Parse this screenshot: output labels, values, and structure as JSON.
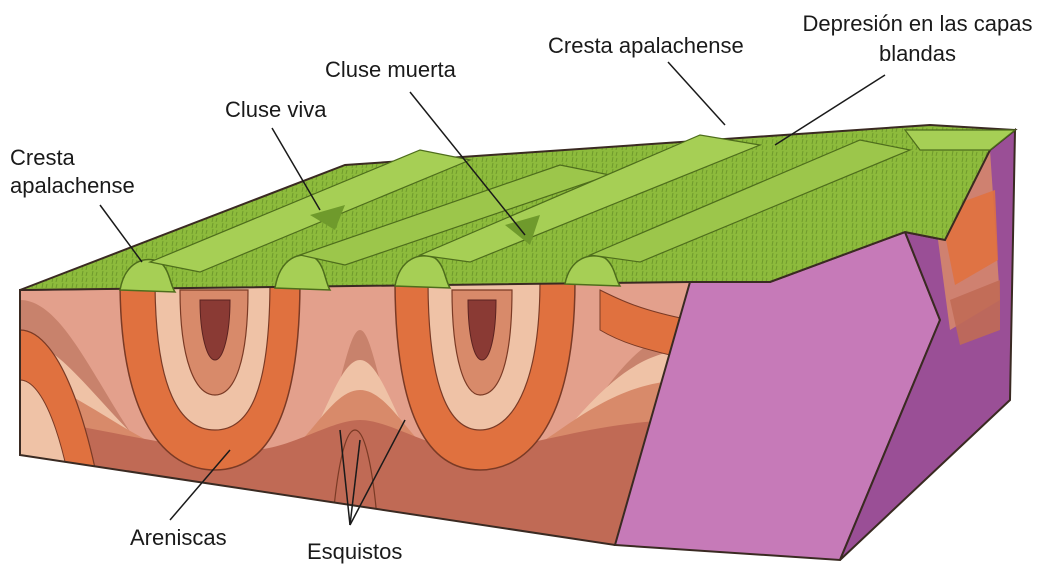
{
  "labels": {
    "cresta_left_line1": "Cresta",
    "cresta_left_line2": "apalachense",
    "cluse_viva": "Cluse viva",
    "cluse_muerta": "Cluse muerta",
    "cresta_right": "Cresta apalachense",
    "depresion_line1": "Depresión en las capas",
    "depresion_line2": "blandas",
    "areniscas": "Areniscas",
    "esquistos": "Esquistos"
  },
  "colors": {
    "surface_green": "#8dbb3c",
    "ridge_green": "#a6cf55",
    "sandstone_orange": "#e0713f",
    "shale_pink": "#e3a08c",
    "shale_light": "#efc2a6",
    "deep_red": "#b0473a",
    "fault_purple": "#c67ab8",
    "fault_purple_dark": "#9a4f96",
    "outline": "#3a2a22"
  }
}
